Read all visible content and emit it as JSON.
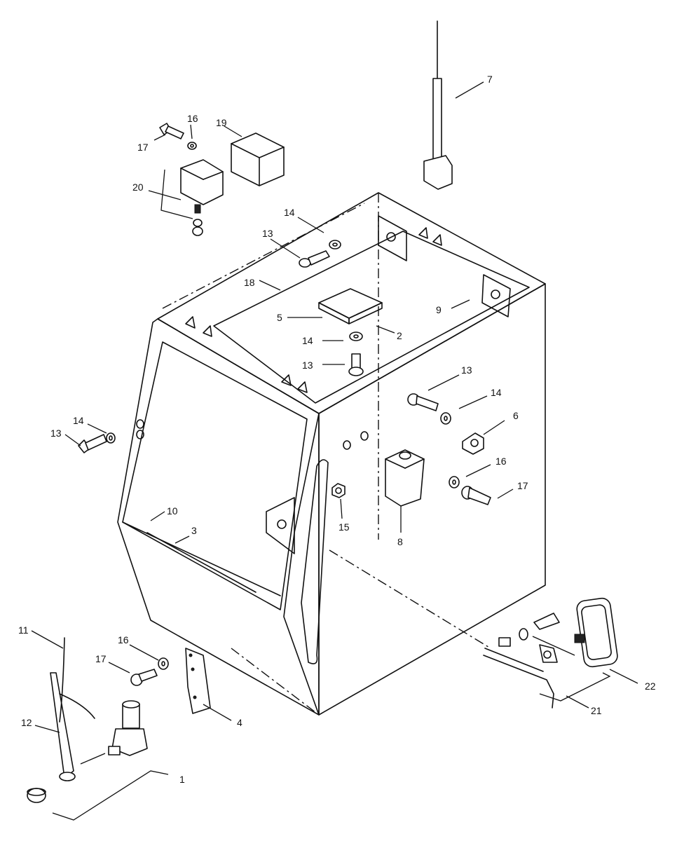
{
  "callouts": {
    "c1": "1",
    "c2": "2",
    "c3": "3",
    "c4": "4",
    "c5": "5",
    "c6": "6",
    "c7": "7",
    "c8": "8",
    "c9": "9",
    "c10": "10",
    "c11": "11",
    "c12": "12",
    "c13a": "13",
    "c13b": "13",
    "c13c": "13",
    "c13d": "13",
    "c14a": "14",
    "c14b": "14",
    "c14c": "14",
    "c14d": "14",
    "c15": "15",
    "c16a": "16",
    "c16b": "16",
    "c16c": "16",
    "c17a": "17",
    "c17b": "17",
    "c17c": "17",
    "c18": "18",
    "c19": "19",
    "c20": "20",
    "c21": "21",
    "c22": "22"
  }
}
